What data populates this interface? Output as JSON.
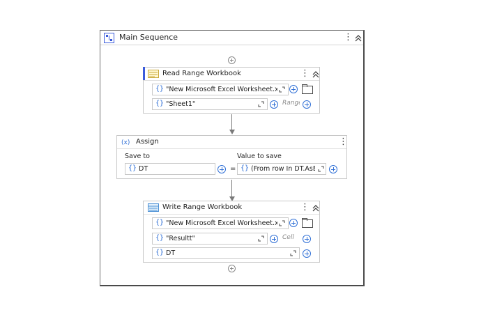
{
  "sequence": {
    "title": "Main Sequence",
    "icon": "sequence-icon",
    "menu_icon": "more-vertical-icon",
    "collapse_icon": "collapse-chevrons-icon"
  },
  "activities": {
    "read_range": {
      "title": "Read Range Workbook",
      "icon": "read-range-icon",
      "workbook_path": "\"New Microsoft Excel Worksheet.xlsx\"",
      "sheet_name": "\"Sheet1\"",
      "range_placeholder": "Range"
    },
    "assign": {
      "title": "Assign",
      "icon": "assign-icon",
      "save_to_label": "Save to",
      "value_label": "Value to save",
      "save_to_value": "DT",
      "equals": "=",
      "value": "(From row In DT.AsEnu"
    },
    "write_range": {
      "title": "Write Range Workbook",
      "icon": "write-range-icon",
      "workbook_path": "\"New Microsoft Excel Worksheet.xlsx\"",
      "sheet_name": "\"Resultt\"",
      "cell_placeholder": "Cell",
      "data_table": "DT"
    }
  },
  "field_marker": "{}",
  "colors": {
    "accent": "#3b5bdb",
    "plus": "#2f6fd6",
    "connector": "#7a7a7a"
  }
}
